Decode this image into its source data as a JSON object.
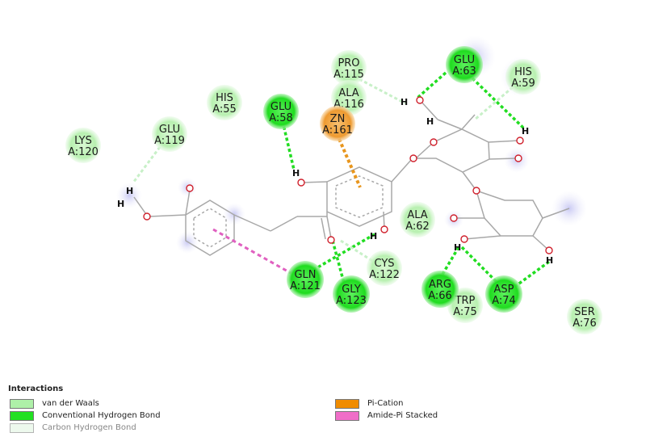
{
  "residues": [
    {
      "id": "pro115",
      "name": "PRO",
      "num": "A:115",
      "type": "vdw"
    },
    {
      "id": "glu63",
      "name": "GLU",
      "num": "A:63",
      "type": "hbond"
    },
    {
      "id": "his59",
      "name": "HIS",
      "num": "A:59",
      "type": "vdw"
    },
    {
      "id": "ala116",
      "name": "ALA",
      "num": "A:116",
      "type": "vdw"
    },
    {
      "id": "his55",
      "name": "HIS",
      "num": "A:55",
      "type": "vdw"
    },
    {
      "id": "glu58",
      "name": "GLU",
      "num": "A:58",
      "type": "hbond"
    },
    {
      "id": "zn161",
      "name": "ZN",
      "num": "A:161",
      "type": "pication"
    },
    {
      "id": "glu119",
      "name": "GLU",
      "num": "A:119",
      "type": "vdw"
    },
    {
      "id": "lys120",
      "name": "LYS",
      "num": "A:120",
      "type": "vdw"
    },
    {
      "id": "ala62",
      "name": "ALA",
      "num": "A:62",
      "type": "vdw"
    },
    {
      "id": "cys122",
      "name": "CYS",
      "num": "A:122",
      "type": "vdw"
    },
    {
      "id": "gln121",
      "name": "GLN",
      "num": "A:121",
      "type": "hbond"
    },
    {
      "id": "gly123",
      "name": "GLY",
      "num": "A:123",
      "type": "hbond"
    },
    {
      "id": "trp75",
      "name": "TRP",
      "num": "A:75",
      "type": "vdw"
    },
    {
      "id": "arg66",
      "name": "ARG",
      "num": "A:66",
      "type": "hbond"
    },
    {
      "id": "asp74",
      "name": "ASP",
      "num": "A:74",
      "type": "hbond"
    },
    {
      "id": "ser76",
      "name": "SER",
      "num": "A:76",
      "type": "vdw"
    }
  ],
  "atom_label": "H",
  "legend": {
    "title": "Interactions",
    "items": [
      {
        "key": "vdw",
        "label": "van der Waals",
        "color": "#aef0a8"
      },
      {
        "key": "hbond",
        "label": "Conventional Hydrogen Bond",
        "color": "#22e022"
      },
      {
        "key": "chbond",
        "label": "Carbon Hydrogen Bond",
        "color": "#dff5df"
      },
      {
        "key": "pication",
        "label": "Pi-Cation",
        "color": "#f08c00"
      },
      {
        "key": "amidepi",
        "label": "Amide-Pi Stacked",
        "color": "#f06ec8"
      }
    ]
  },
  "colors": {
    "hbond_line": "#22dd22",
    "chbond_line": "#c8f0c8",
    "pication_line": "#e8961e",
    "amidepi_line": "#e060c0",
    "oxygen": "#d0202c",
    "bond": "#a8a8a8",
    "vdw_fill": "#b8f2b0",
    "hbond_fill": "#28e028",
    "zn_fill": "#f0a040"
  }
}
